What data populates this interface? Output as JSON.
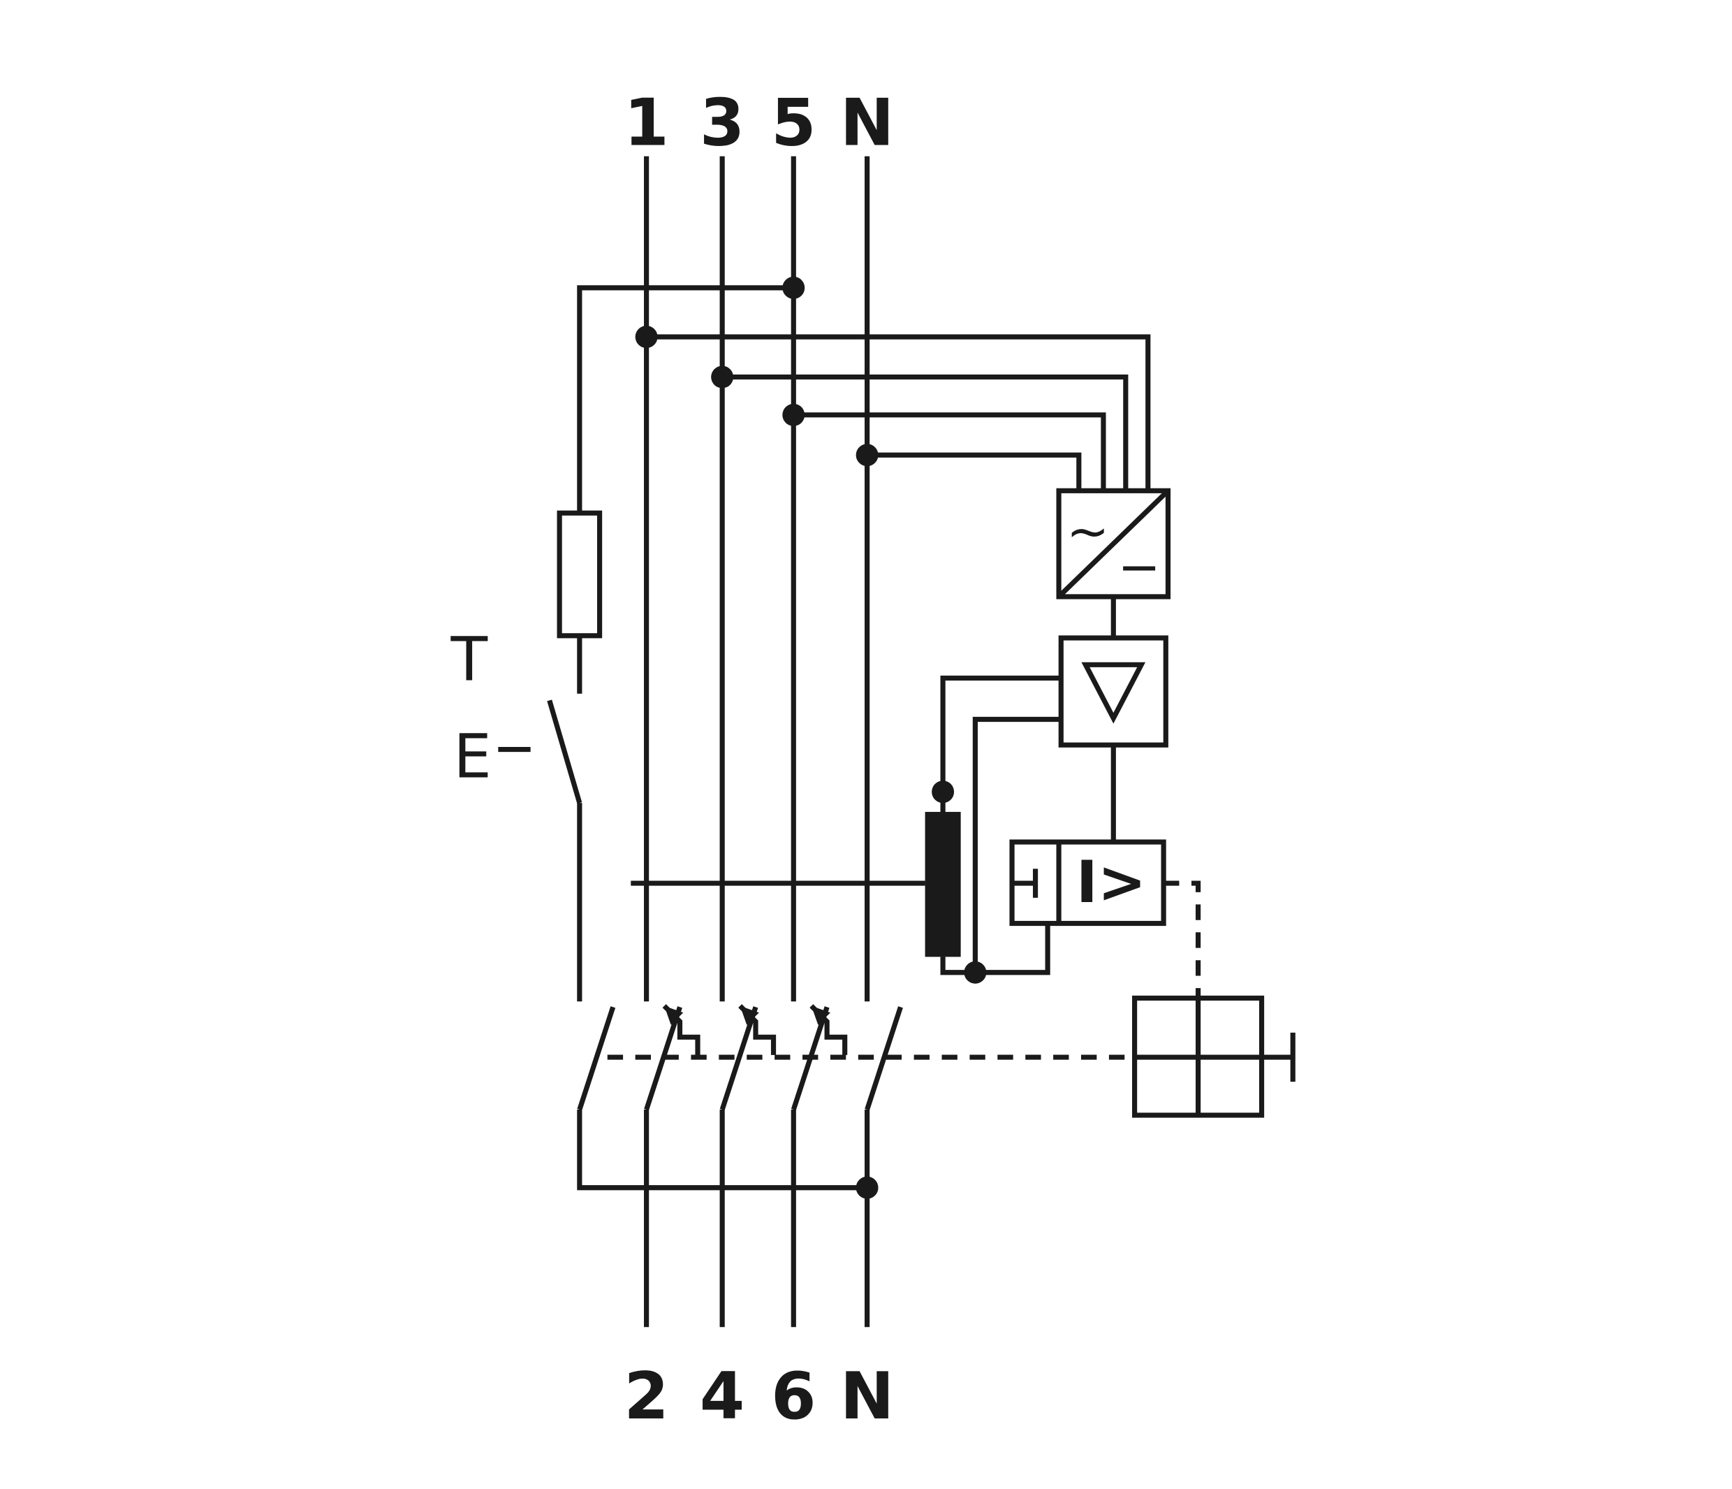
{
  "page": {
    "background": "#ffffff"
  },
  "diagram": {
    "line_color": "#1a1a1a",
    "terminals": {
      "top": [
        "1",
        "3",
        "5",
        "N"
      ],
      "bottom": [
        "2",
        "4",
        "6",
        "N"
      ]
    },
    "test_button": {
      "t": "T",
      "e": "E"
    },
    "power_supply": {
      "ac": "~",
      "dc": "−"
    },
    "detector": {
      "label": "I>"
    }
  }
}
